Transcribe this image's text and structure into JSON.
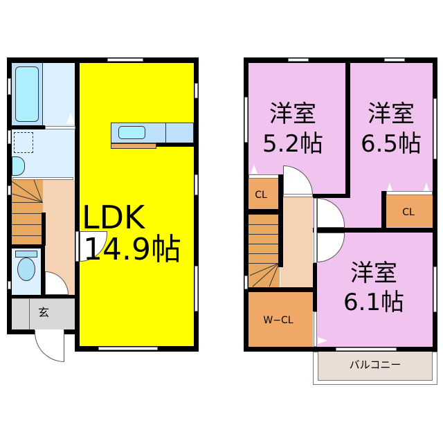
{
  "floor1": {
    "ldk": {
      "name": "LDK",
      "size": "14.9帖"
    },
    "entrance": {
      "name": "玄"
    }
  },
  "floor2": {
    "room_a": {
      "name": "洋室",
      "size": "5.2帖"
    },
    "room_b": {
      "name": "洋室",
      "size": "6.5帖"
    },
    "room_c": {
      "name": "洋室",
      "size": "6.1帖"
    },
    "closet_a": {
      "name": "CL"
    },
    "closet_b": {
      "name": "CL"
    },
    "walkin_closet": {
      "name": "W−CL"
    },
    "balcony": {
      "name": "バルコニー"
    }
  },
  "colors": {
    "ldk": "#ffff00",
    "western_room": "#f0c4ee",
    "closet": "#f0a868",
    "hallway": "#f5d2b4",
    "wet_area": "#dcf0ff",
    "entrance": "#d8d8d8",
    "balcony": "#e8ded6"
  }
}
